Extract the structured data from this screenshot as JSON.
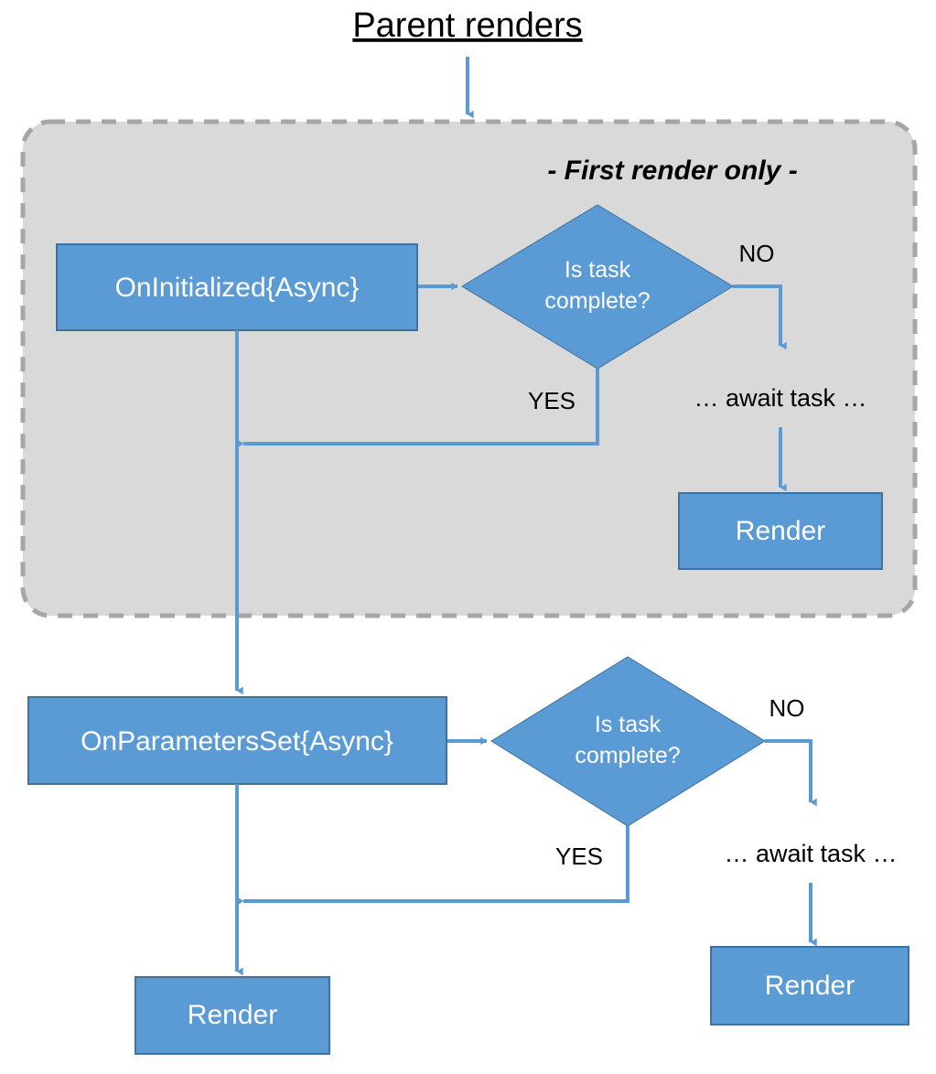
{
  "diagram": {
    "title": "Parent renders",
    "background_color": "#ffffff",
    "accent_color": "#5B9BD5",
    "box_stroke_color": "#41719C",
    "group_fill_color": "#D9D9D9",
    "group_border_color": "#A6A6A6",
    "text_on_accent_color": "#FFFFFF",
    "text_color": "#000000"
  },
  "group": {
    "caption": "- First render only -"
  },
  "nodes": {
    "on_initialized": "OnInitialized{Async}",
    "on_parameters_set": "OnParametersSet{Async}",
    "decision_top_line1": "Is task",
    "decision_top_line2": "complete?",
    "decision_bottom_line1": "Is task",
    "decision_bottom_line2": "complete?",
    "render_top_right": "Render",
    "render_bottom_left": "Render",
    "render_bottom_right": "Render",
    "await_top": "… await task …",
    "await_bottom": "… await task …"
  },
  "edges": {
    "no_top": "NO",
    "yes_top": "YES",
    "no_bottom": "NO",
    "yes_bottom": "YES"
  }
}
